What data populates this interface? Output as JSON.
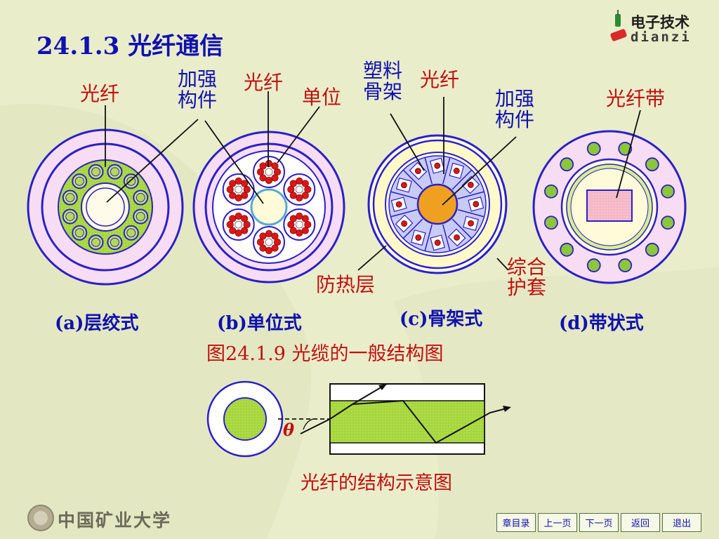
{
  "title": "24.1.3  光纤通信",
  "logo": {
    "cn": "电子技术",
    "en": "dianzi"
  },
  "labels": {
    "a_fiber": "光纤",
    "b_strength_1": "加强",
    "b_strength_2": "构件",
    "b_fiber": "光纤",
    "b_unit": "单位",
    "c_skeleton_1": "塑料",
    "c_skeleton_2": "骨架",
    "c_fiber": "光纤",
    "c_strength_1": "加强",
    "c_strength_2": "构件",
    "d_ribbon": "光纤带",
    "heat_layer": "防热层",
    "sheath_1": "综合",
    "sheath_2": "护套"
  },
  "captions": {
    "a": "(a)层绞式",
    "b": "(b)单位式",
    "c": "(c)骨架式",
    "d": "(d)带状式"
  },
  "figure_caption": "图24.1.9    光缆的一般结构图",
  "fiber_structure": {
    "theta": "θ",
    "caption": "光纤的结构示意图"
  },
  "university": "中国矿业大学",
  "nav": {
    "toc": "章目录",
    "prev": "上一页",
    "next": "下一页",
    "back": "返回",
    "exit": "退出"
  },
  "colors": {
    "title": "#1010b0",
    "label_red": "#c01010",
    "background": "#e9edca",
    "fiber_green": "#a6d63c",
    "sheath_pink": "#f7ddf4",
    "ring_blue": "#2c20c8",
    "core_orange": "#f0a020"
  }
}
